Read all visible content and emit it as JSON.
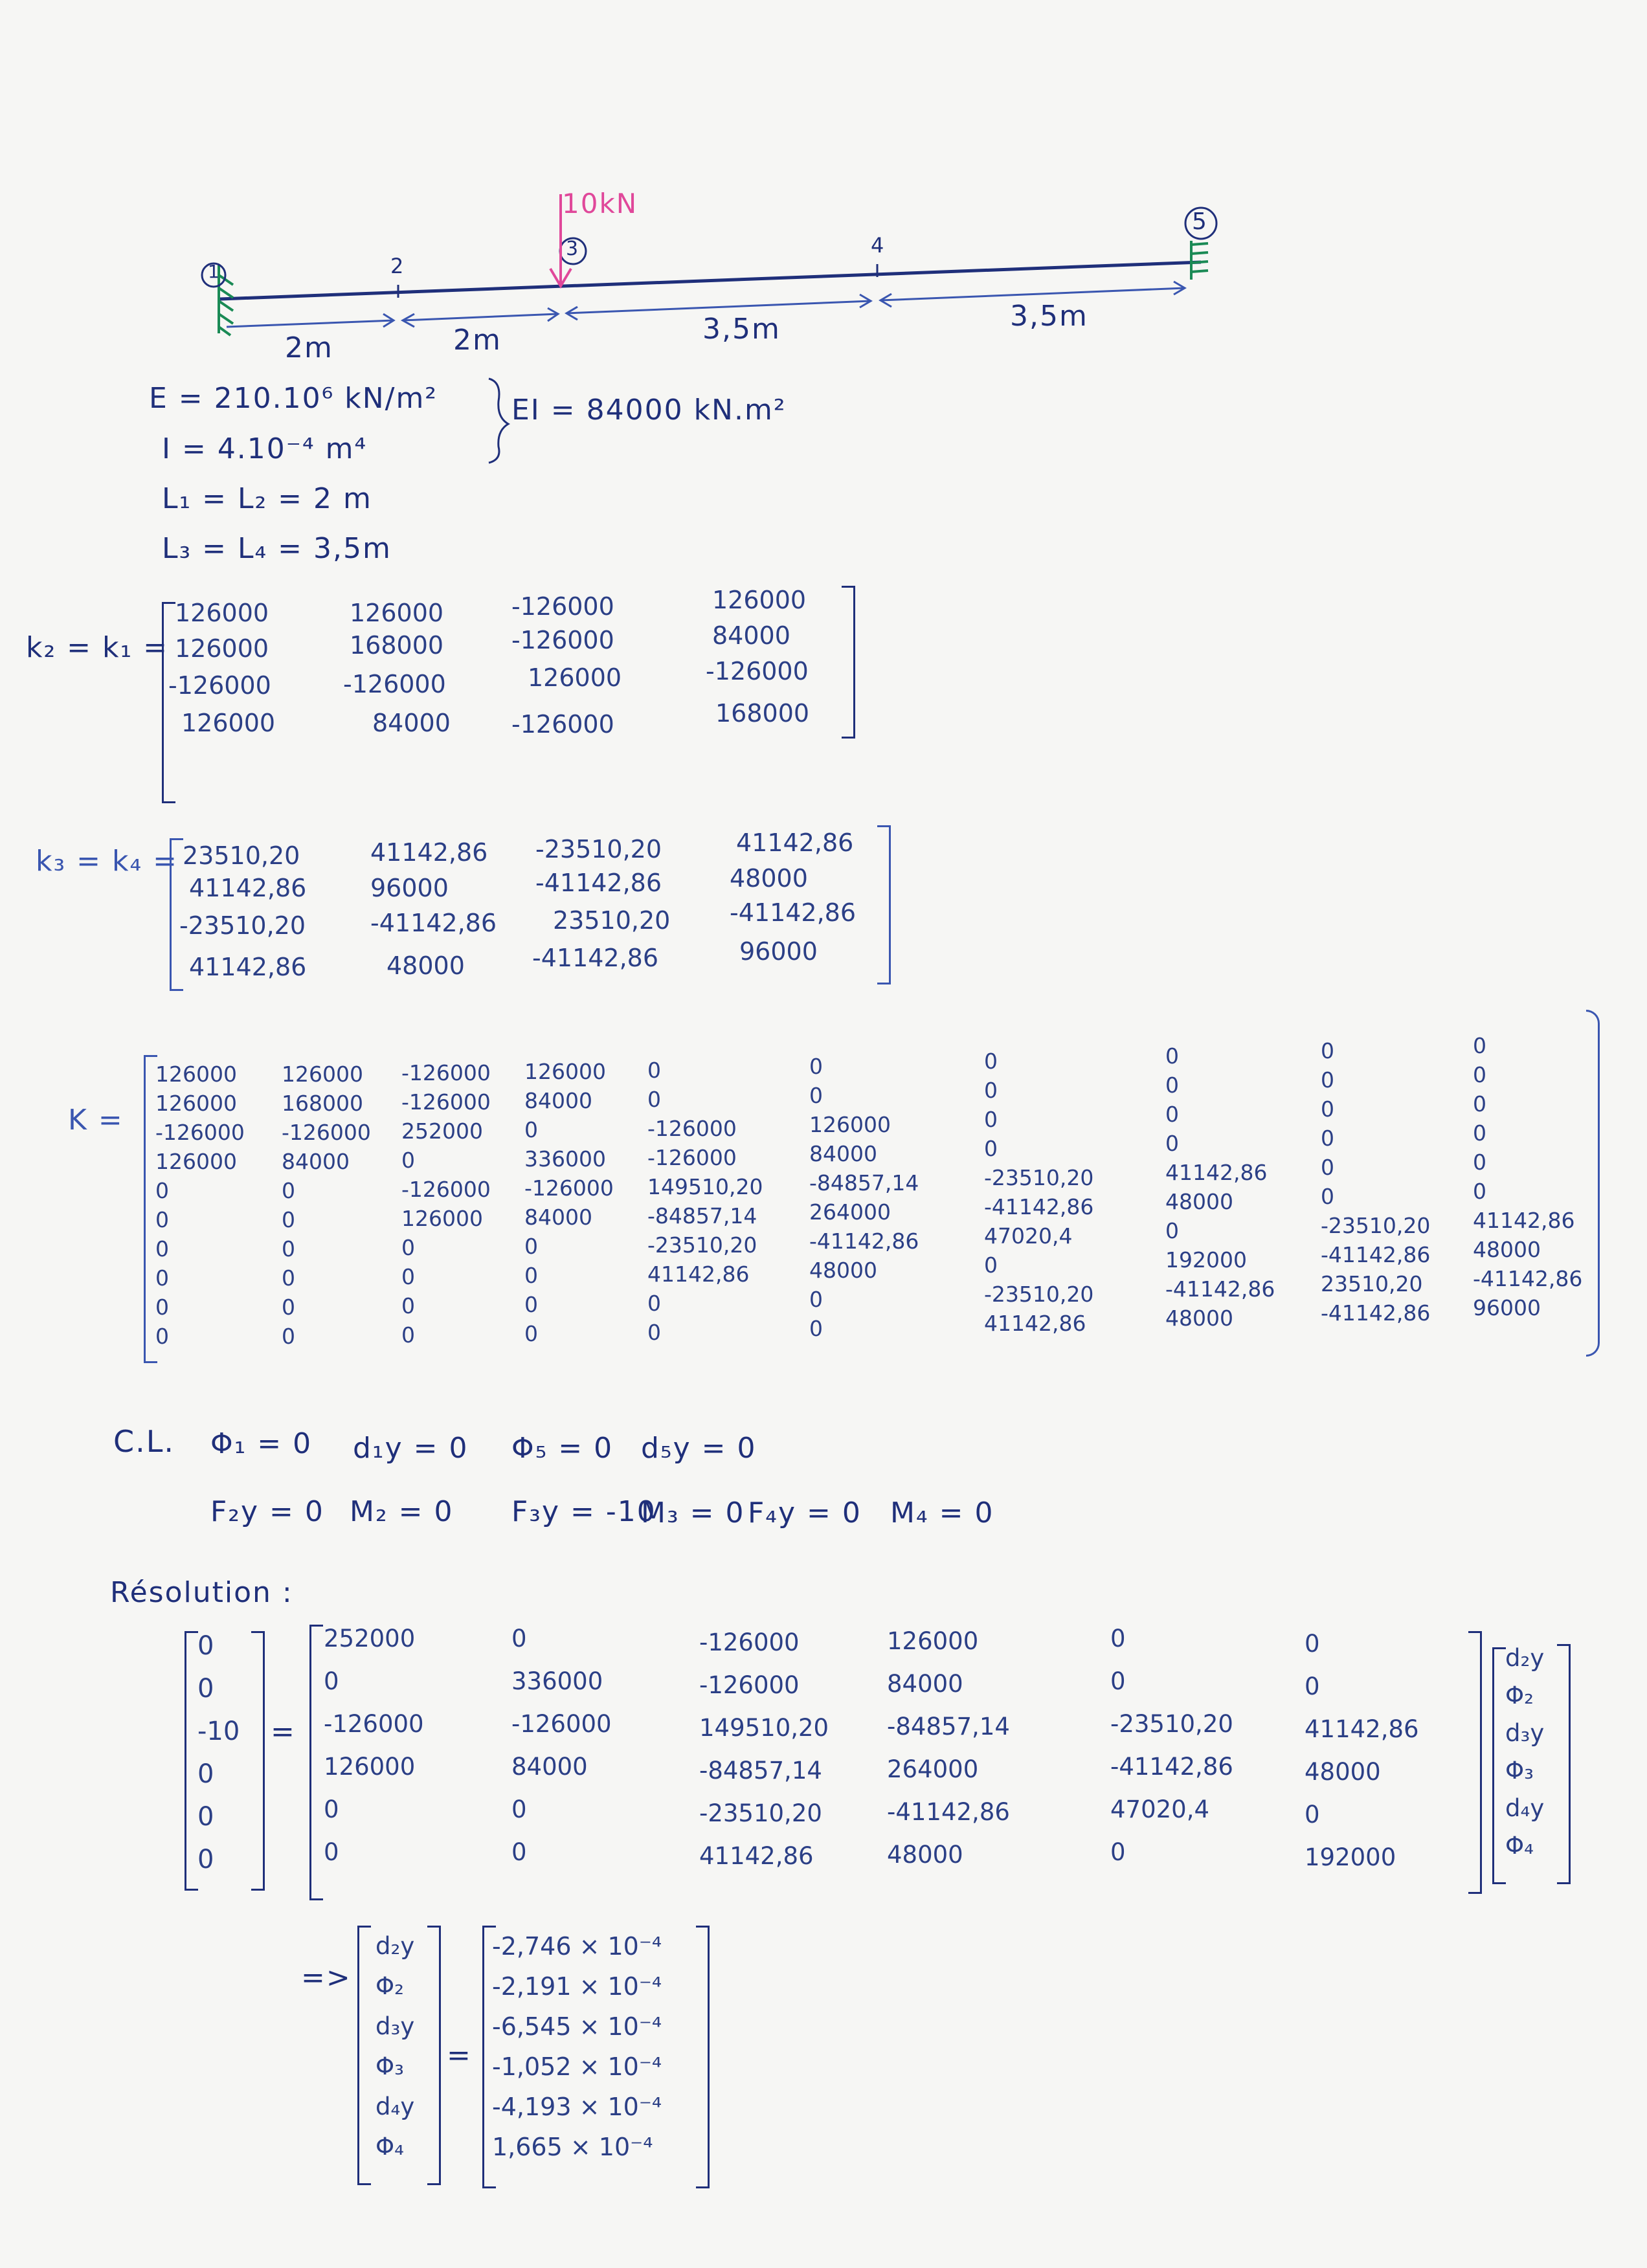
{
  "beam": {
    "load_label": "10kN",
    "node_labels": [
      "1",
      "2",
      "3",
      "4",
      "5"
    ],
    "spans": [
      "2m",
      "2m",
      "3,5m",
      "3,5m"
    ]
  },
  "props": {
    "E": "E = 210.10⁶ kN/m²",
    "I": "I = 4.10⁻⁴ m⁴",
    "EI": "EI = 84000 kN.m²",
    "L12": "L₁ = L₂ = 2 m",
    "L34": "L₃ = L₄ = 3,5m"
  },
  "k12": {
    "label": "k₂ = k₁ =",
    "rows": [
      [
        "126000",
        "126000",
        "-126000",
        "126000"
      ],
      [
        "126000",
        "168000",
        "-126000",
        "84000"
      ],
      [
        "-126000",
        "-126000",
        "126000",
        "-126000"
      ],
      [
        "126000",
        "84000",
        "-126000",
        "168000"
      ]
    ]
  },
  "k34": {
    "label": "k₃ = k₄ =",
    "rows": [
      [
        "23510,20",
        "41142,86",
        "-23510,20",
        "41142,86"
      ],
      [
        "41142,86",
        "96000",
        "-41142,86",
        "48000"
      ],
      [
        "-23510,20",
        "-41142,86",
        "23510,20",
        "-41142,86"
      ],
      [
        "41142,86",
        "48000",
        "-41142,86",
        "96000"
      ]
    ]
  },
  "K": {
    "label": "K =",
    "rows": [
      [
        "126000",
        "126000",
        "-126000",
        "126000",
        "0",
        "0",
        "0",
        "0",
        "0",
        "0"
      ],
      [
        "126000",
        "168000",
        "-126000",
        "84000",
        "0",
        "0",
        "0",
        "0",
        "0",
        "0"
      ],
      [
        "-126000",
        "-126000",
        "252000",
        "0",
        "-126000",
        "126000",
        "0",
        "0",
        "0",
        "0"
      ],
      [
        "126000",
        "84000",
        "0",
        "336000",
        "-126000",
        "84000",
        "0",
        "0",
        "0",
        "0"
      ],
      [
        "0",
        "0",
        "-126000",
        "-126000",
        "149510,20",
        "-84857,14",
        "-23510,20",
        "41142,86",
        "0",
        "0"
      ],
      [
        "0",
        "0",
        "126000",
        "84000",
        "-84857,14",
        "264000",
        "-41142,86",
        "48000",
        "0",
        "0"
      ],
      [
        "0",
        "0",
        "0",
        "0",
        "-23510,20",
        "-41142,86",
        "47020,4",
        "0",
        "-23510,20",
        "41142,86"
      ],
      [
        "0",
        "0",
        "0",
        "0",
        "41142,86",
        "48000",
        "0",
        "192000",
        "-41142,86",
        "48000"
      ],
      [
        "0",
        "0",
        "0",
        "0",
        "0",
        "0",
        "-23510,20",
        "-41142,86",
        "23510,20",
        "-41142,86"
      ],
      [
        "0",
        "0",
        "0",
        "0",
        "0",
        "0",
        "41142,86",
        "48000",
        "-41142,86",
        "96000"
      ]
    ]
  },
  "bc": {
    "line1_label": "C.L.",
    "line1": [
      "Φ₁ = 0",
      "d₁y = 0",
      "Φ₅ = 0",
      "d₅y = 0"
    ],
    "line2": [
      "F₂y = 0",
      "M₂ = 0",
      "F₃y = -10",
      "M₃ = 0",
      "F₄y = 0",
      "M₄ = 0"
    ]
  },
  "resolution": {
    "title": "Résolution :",
    "lhs": [
      "0",
      "0",
      "-10",
      "0",
      "0",
      "0"
    ],
    "rows": [
      [
        "252000",
        "0",
        "-126000",
        "126000",
        "0",
        "0"
      ],
      [
        "0",
        "336000",
        "-126000",
        "84000",
        "0",
        "0"
      ],
      [
        "-126000",
        "-126000",
        "149510,20",
        "-84857,14",
        "-23510,20",
        "41142,86"
      ],
      [
        "126000",
        "84000",
        "-84857,14",
        "264000",
        "-41142,86",
        "48000"
      ],
      [
        "0",
        "0",
        "-23510,20",
        "-41142,86",
        "47020,4",
        "0"
      ],
      [
        "0",
        "0",
        "41142,86",
        "48000",
        "0",
        "192000"
      ]
    ],
    "unknowns": [
      "d₂y",
      "Φ₂",
      "d₃y",
      "Φ₃",
      "d₄y",
      "Φ₄"
    ]
  },
  "solution": {
    "arrow": "=>",
    "unknowns": [
      "d₂y",
      "Φ₂",
      "d₃y",
      "Φ₃",
      "d₄y",
      "Φ₄"
    ],
    "values": [
      "-2,746 × 10⁻⁴",
      "-2,191 × 10⁻⁴",
      "-6,545 × 10⁻⁴",
      "-1,052 × 10⁻⁴",
      "-4,193 × 10⁻⁴",
      "1,665 × 10⁻⁴"
    ]
  }
}
